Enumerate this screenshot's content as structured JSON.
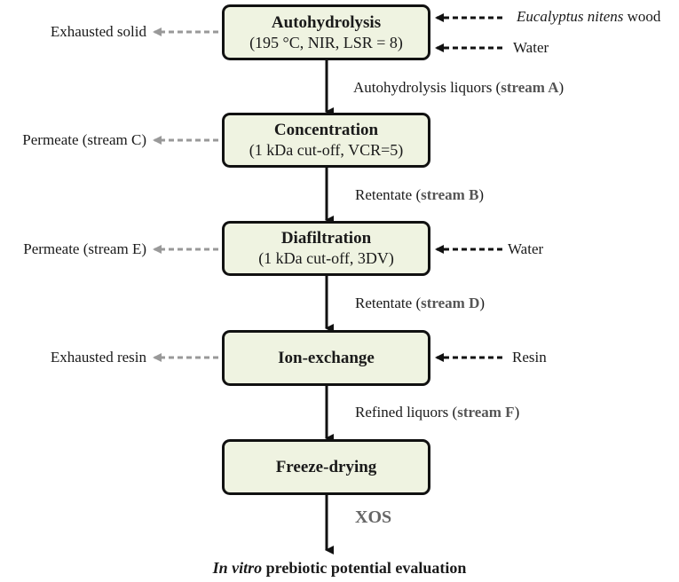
{
  "steps": [
    {
      "title": "Autohydrolysis",
      "detail": "(195 °C, NIR, LSR = 8)"
    },
    {
      "title": "Concentration",
      "detail": "(1 kDa cut-off, VCR=5)"
    },
    {
      "title": "Diafiltration",
      "detail": "(1 kDa cut-off, 3DV)"
    },
    {
      "title": "Ion-exchange",
      "detail": ""
    },
    {
      "title": "Freeze-drying",
      "detail": ""
    }
  ],
  "inputs": {
    "wood_species": "Eucalyptus nitens",
    "wood_suffix": " wood",
    "water_1": "Water",
    "water_2": "Water",
    "resin": "Resin"
  },
  "outputs": {
    "exhausted_solid": "Exhausted solid",
    "permeate_c": "Permeate (stream C)",
    "permeate_e": "Permeate (stream E)",
    "exhausted_resin": "Exhausted resin"
  },
  "streams": {
    "s1_text": "Autohydrolysis liquors (",
    "s1_bold": "stream A",
    "s1_close": ")",
    "s2_text": "Retentate (",
    "s2_bold": "stream B",
    "s2_close": ")",
    "s3_text": "Retentate (",
    "s3_bold": "stream D",
    "s3_close": ")",
    "s4_text": "Refined liquors (",
    "s4_bold": "stream F",
    "s4_close": ")"
  },
  "product": "XOS",
  "final": {
    "italic": "In vitro",
    "rest": " prebiotic potential evaluation"
  },
  "colors": {
    "box_fill": "#eff3e1",
    "box_border": "#111111",
    "output_arrow": "#999999",
    "input_arrow": "#111111",
    "stream_label": "#555555"
  }
}
